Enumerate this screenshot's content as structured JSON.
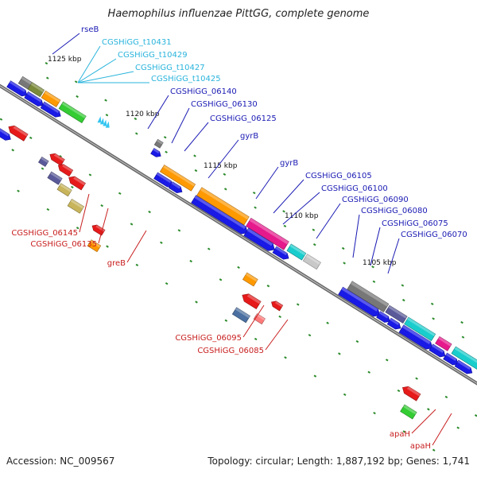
{
  "title": "Haemophilus influenzae PittGG, complete genome",
  "footer": {
    "accession": "Accession: NC_009567",
    "summary": "Topology: circular; Length: 1,887,192 bp; Genes: 1,741"
  },
  "ticks": [
    "1125 kbp",
    "1120 kbp",
    "1115 kbp",
    "1110 kbp",
    "1105 kbp"
  ],
  "labels": {
    "top_blue": [
      "rseB",
      "CGSHiGG_06140",
      "CGSHiGG_06130",
      "CGSHiGG_06125",
      "gyrB",
      "gyrB",
      "CGSHiGG_06105",
      "CGSHiGG_06100",
      "CGSHiGG_06090",
      "CGSHiGG_06080",
      "CGSHiGG_06075",
      "CGSHiGG_06070"
    ],
    "top_cyan": [
      "CGSHiGG_t10431",
      "CGSHiGG_t10429",
      "CGSHiGG_t10427",
      "CGSHiGG_t10425"
    ],
    "bottom_red": [
      "CGSHiGG_06145",
      "CGSHiGG_06135",
      "greB",
      "CGSHiGG_06095",
      "CGSHiGG_06085",
      "apaH",
      "apaH"
    ]
  },
  "colors": {
    "cds_forward": "#1a1ae6",
    "cds_reverse": "#e61a1a",
    "trna": "#33c5f0",
    "label_blue": "#1a1ab4",
    "label_cyan": "#2ab4dc",
    "label_red": "#c81e1e",
    "orange": "#ff9900",
    "green": "#33cc33",
    "magenta": "#e6198c",
    "cyan_feature": "#1acdcd",
    "gray": "#777777",
    "purple": "#5a5a9a",
    "khaki": "#c8b45a",
    "silver": "#c8c8c8",
    "steel": "#4a6fa0",
    "pink": "#ff7a7a",
    "olive": "#7a8a3a"
  }
}
